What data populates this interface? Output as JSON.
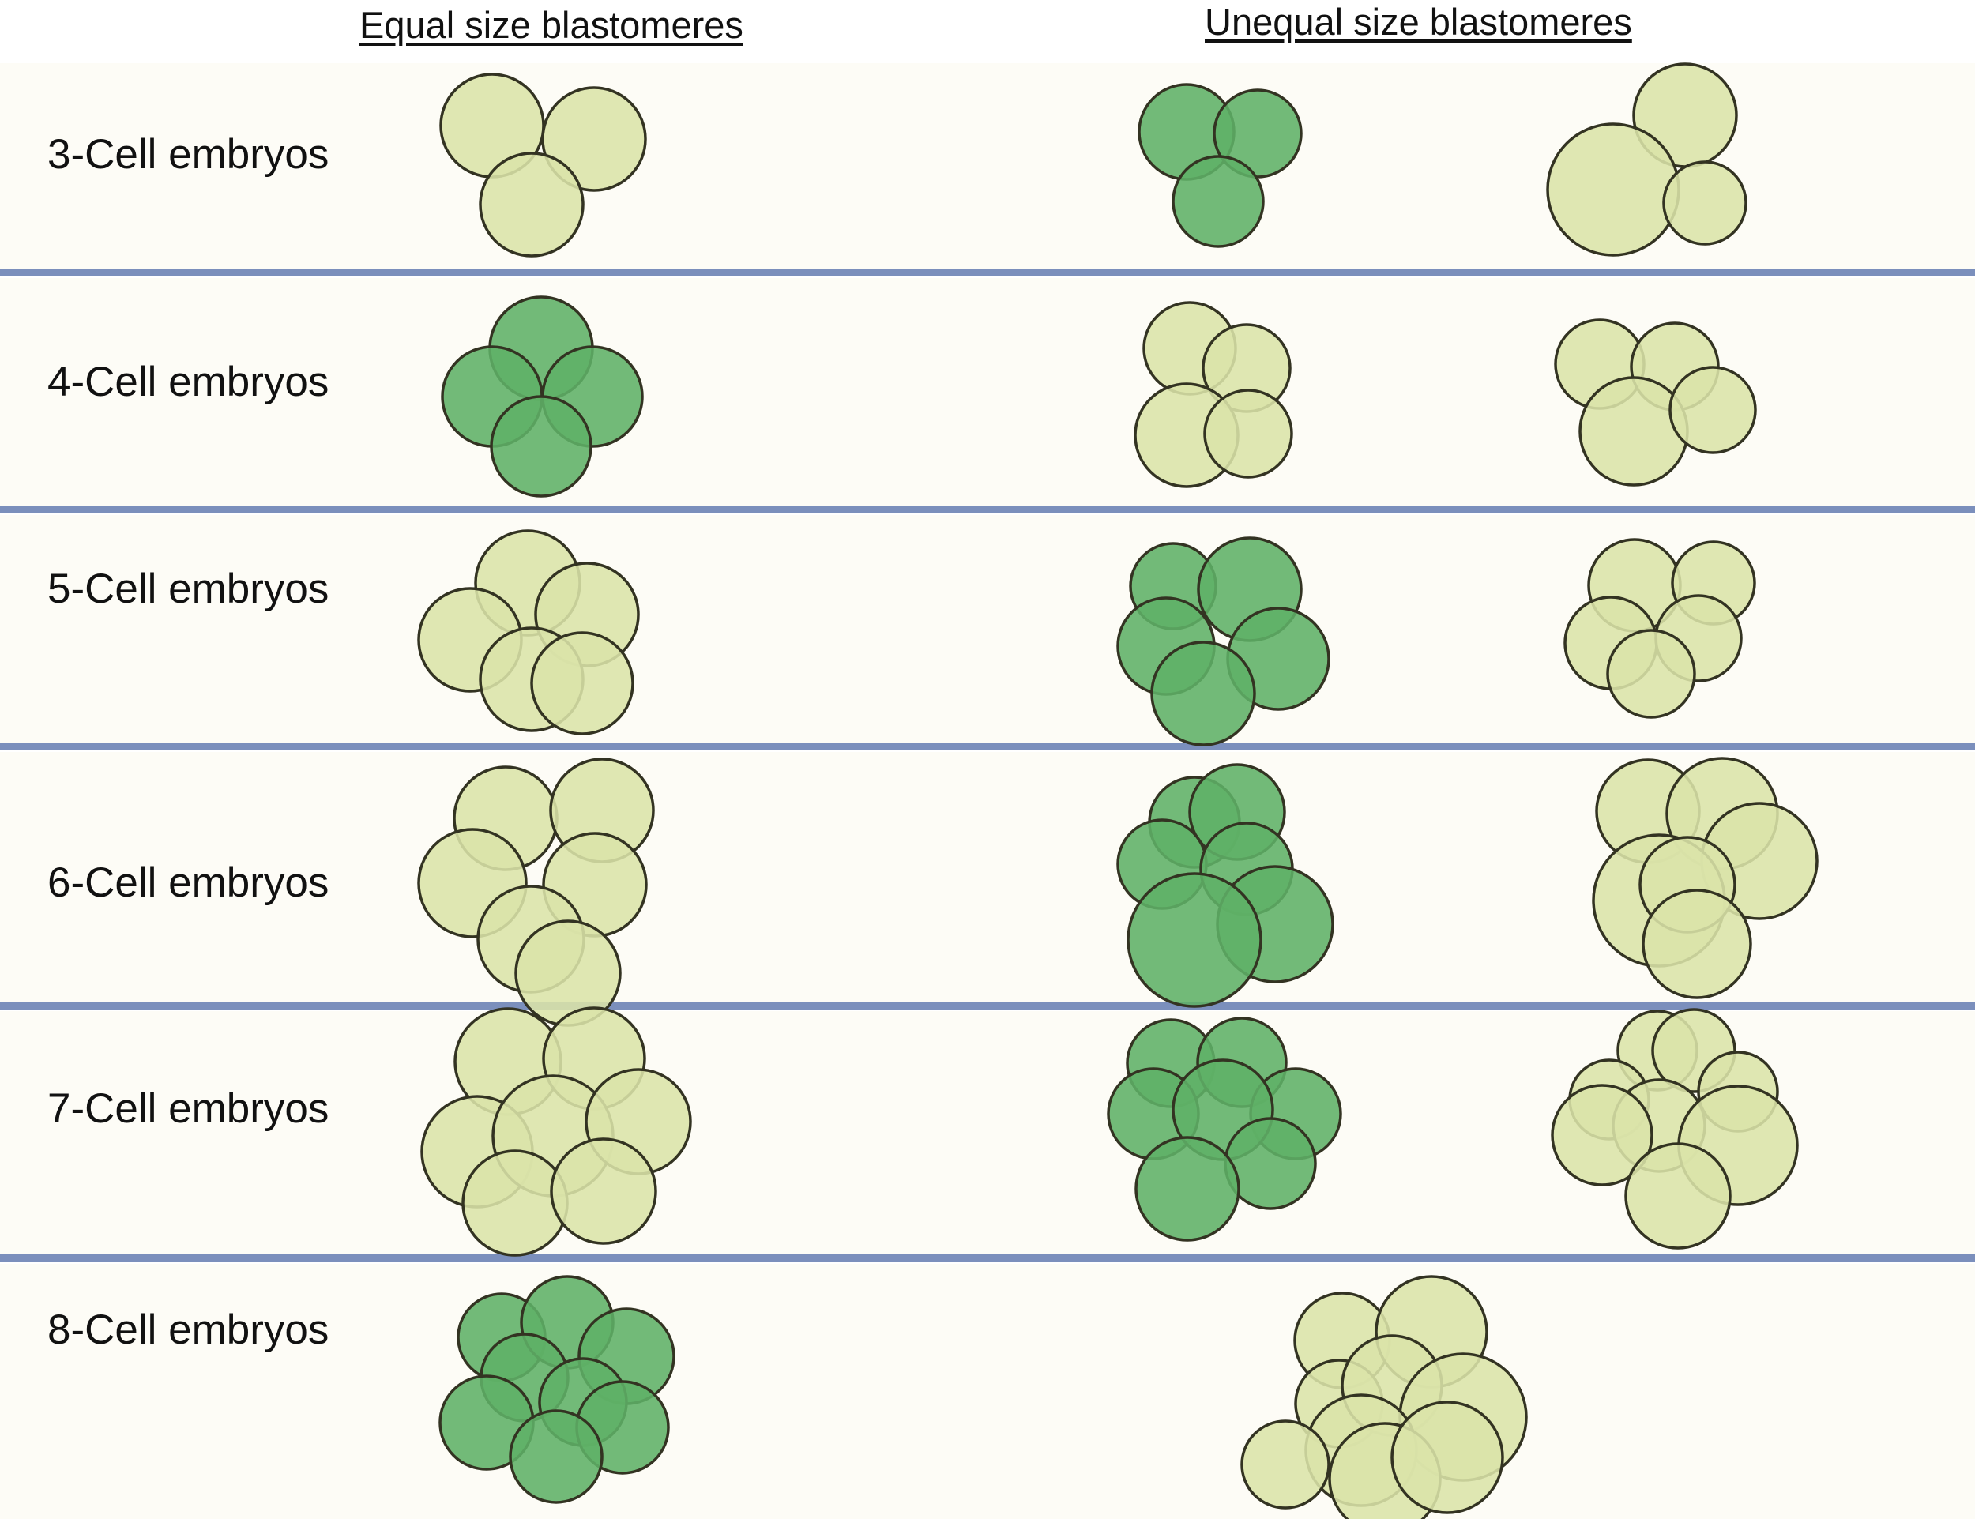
{
  "columns": {
    "equal_heading": "Equal size blastomeres",
    "unequal_heading": "Unequal size blastomeres"
  },
  "rows": [
    {
      "label": "3-Cell embryos"
    },
    {
      "label": "4-Cell embryos"
    },
    {
      "label": "5-Cell embryos"
    },
    {
      "label": "6-Cell embryos"
    },
    {
      "label": "7-Cell embryos"
    },
    {
      "label": "8-Cell embryos"
    }
  ],
  "colors": {
    "light_cell": "#dbe4a8",
    "dark_cell": "#5fb166",
    "cell_outline": "#333322",
    "divider": "#7b8fbc",
    "band": "#fdfcf6"
  }
}
